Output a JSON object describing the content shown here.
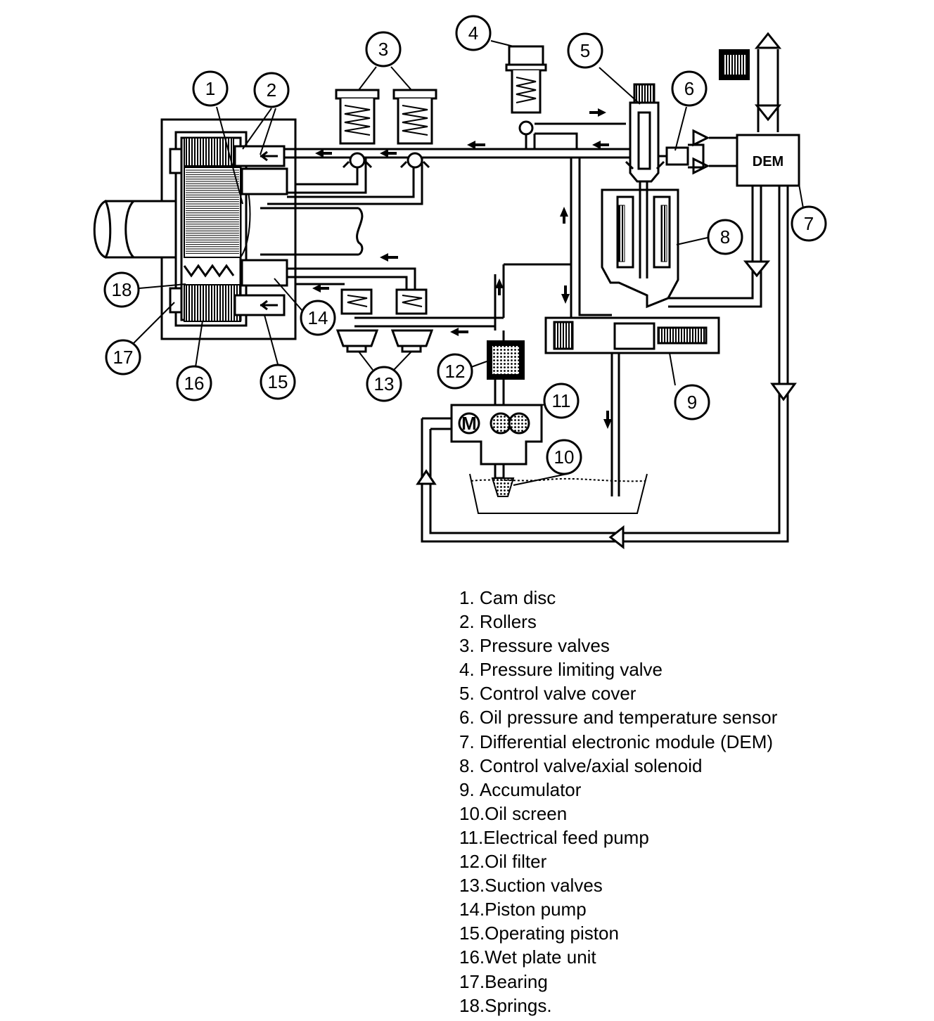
{
  "diagram": {
    "callouts": [
      "1",
      "2",
      "3",
      "4",
      "5",
      "6",
      "7",
      "8",
      "9",
      "10",
      "11",
      "12",
      "13",
      "14",
      "15",
      "16",
      "17",
      "18"
    ],
    "dem_label": "DEM",
    "pump_label": "M"
  },
  "legend": {
    "items": [
      {
        "num": "1. ",
        "text": "Cam disc"
      },
      {
        "num": "2. ",
        "text": "Rollers"
      },
      {
        "num": "3. ",
        "text": "Pressure valves"
      },
      {
        "num": "4. ",
        "text": "Pressure limiting valve"
      },
      {
        "num": "5. ",
        "text": "Control valve cover"
      },
      {
        "num": "6. ",
        "text": "Oil pressure and temperature sensor"
      },
      {
        "num": "7. ",
        "text": "Differential electronic module (DEM)"
      },
      {
        "num": "8. ",
        "text": "Control valve/axial solenoid"
      },
      {
        "num": "9. ",
        "text": "Accumulator"
      },
      {
        "num": "10.",
        "text": "Oil screen"
      },
      {
        "num": "11.",
        "text": "Electrical feed pump"
      },
      {
        "num": "12.",
        "text": "Oil filter"
      },
      {
        "num": "13.",
        "text": "Suction valves"
      },
      {
        "num": "14.",
        "text": "Piston pump"
      },
      {
        "num": "15.",
        "text": "Operating piston"
      },
      {
        "num": "16.",
        "text": "Wet plate unit"
      },
      {
        "num": "17.",
        "text": "Bearing"
      },
      {
        "num": "18.",
        "text": "Springs."
      }
    ]
  }
}
